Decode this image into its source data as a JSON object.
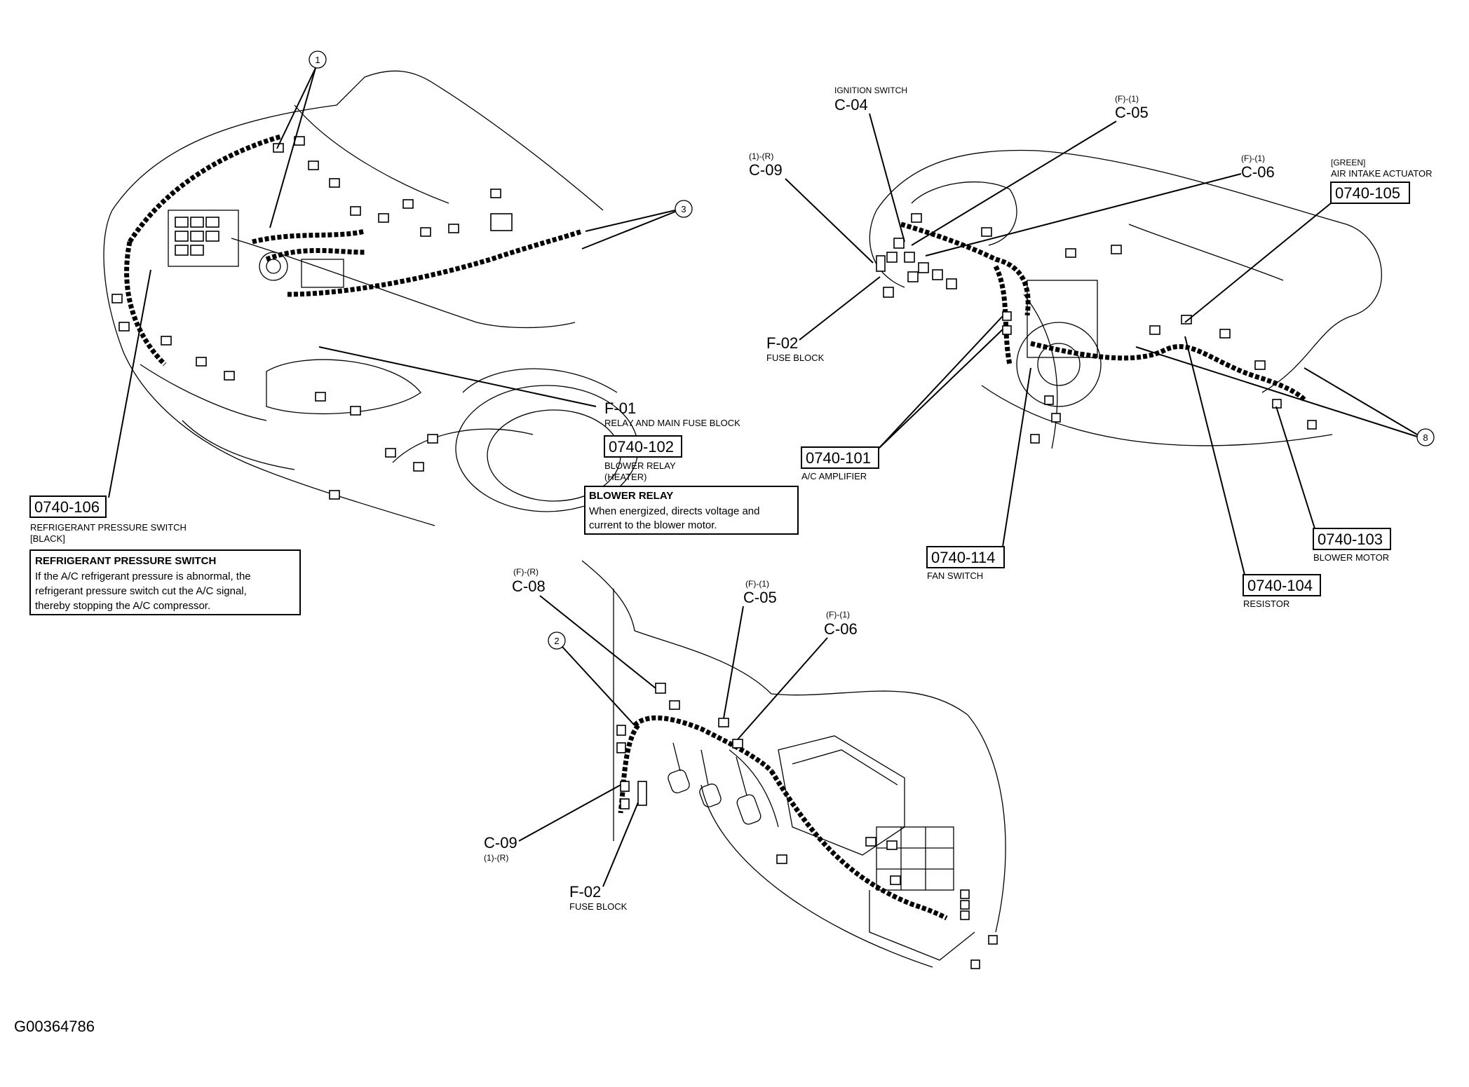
{
  "callouts": {
    "c1": "1",
    "c2": "2",
    "c3": "3",
    "c8": "8"
  },
  "front_view": {
    "f01_code": "F-01",
    "f01_desc": "RELAY AND MAIN FUSE BLOCK",
    "blower_relay_code": "0740-102",
    "blower_relay_desc1": "BLOWER RELAY",
    "blower_relay_desc2": "(HEATER)",
    "blower_relay_note_title": "BLOWER RELAY",
    "blower_relay_note_line1": "When energized, directs voltage and",
    "blower_relay_note_line2": "current to the blower motor.",
    "ref_switch_code": "0740-106",
    "ref_switch_desc1": "REFRIGERANT PRESSURE SWITCH",
    "ref_switch_desc2": "[BLACK]",
    "ref_note_title": "REFRIGERANT PRESSURE SWITCH",
    "ref_note_line1": "If the A/C refrigerant pressure is abnormal, the",
    "ref_note_line2": "refrigerant pressure switch cut the A/C signal,",
    "ref_note_line3": "thereby stopping the A/C compressor."
  },
  "dash_view": {
    "ignition_label": "IGNITION SWITCH",
    "c04": "C-04",
    "c05_pin": "(F)-(1)",
    "c05": "C-05",
    "c09_pin": "(1)-(R)",
    "c09": "C-09",
    "c06_pin": "(F)-(1)",
    "c06": "C-06",
    "air_intake_color": "[GREEN]",
    "air_intake_label": "AIR INTAKE ACTUATOR",
    "air_intake_code": "0740-105",
    "f02": "F-02",
    "f02_desc": "FUSE BLOCK",
    "ac_amp_code": "0740-101",
    "ac_amp_desc": "A/C AMPLIFIER",
    "fan_switch_code": "0740-114",
    "fan_switch_desc": "FAN SWITCH",
    "resistor_code": "0740-104",
    "resistor_desc": "RESISTOR",
    "blower_motor_code": "0740-103",
    "blower_motor_desc": "BLOWER MOTOR"
  },
  "lower_view": {
    "c08_pin": "(F)-(R)",
    "c08": "C-08",
    "c05_pin": "(F)-(1)",
    "c05": "C-05",
    "c06_pin": "(F)-(1)",
    "c06": "C-06",
    "c09": "C-09",
    "c09_pin": "(1)-(R)",
    "f02": "F-02",
    "f02_desc": "FUSE BLOCK"
  },
  "figure_id": "G00364786"
}
